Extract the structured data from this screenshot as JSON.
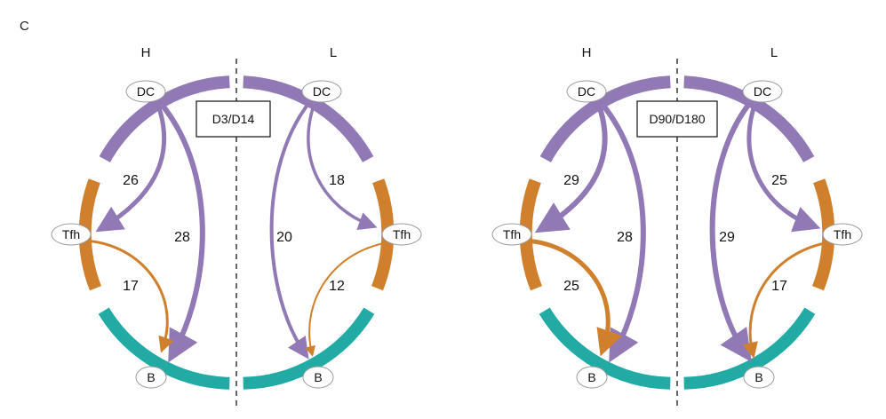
{
  "panel_letter": "C",
  "colors": {
    "dc": "#9079b4",
    "tfh": "#d0802c",
    "b": "#22aaa5",
    "divider": "#333333",
    "node_stroke": "#9a9a9a"
  },
  "diagrams": [
    {
      "timepoint": "D3/D14",
      "left": {
        "header": "H",
        "nodes": {
          "dc": "DC",
          "tfh": "Tfh",
          "b": "B"
        },
        "edges": {
          "dc_tfh": "26",
          "dc_b": "28",
          "tfh_b": "17"
        }
      },
      "right": {
        "header": "L",
        "nodes": {
          "dc": "DC",
          "tfh": "Tfh",
          "b": "B"
        },
        "edges": {
          "dc_tfh": "18",
          "dc_b": "20",
          "tfh_b": "12"
        }
      }
    },
    {
      "timepoint": "D90/D180",
      "left": {
        "header": "H",
        "nodes": {
          "dc": "DC",
          "tfh": "Tfh",
          "b": "B"
        },
        "edges": {
          "dc_tfh": "29",
          "dc_b": "28",
          "tfh_b": "25"
        }
      },
      "right": {
        "header": "L",
        "nodes": {
          "dc": "DC",
          "tfh": "Tfh",
          "b": "B"
        },
        "edges": {
          "dc_tfh": "25",
          "dc_b": "29",
          "tfh_b": "17"
        }
      }
    }
  ]
}
